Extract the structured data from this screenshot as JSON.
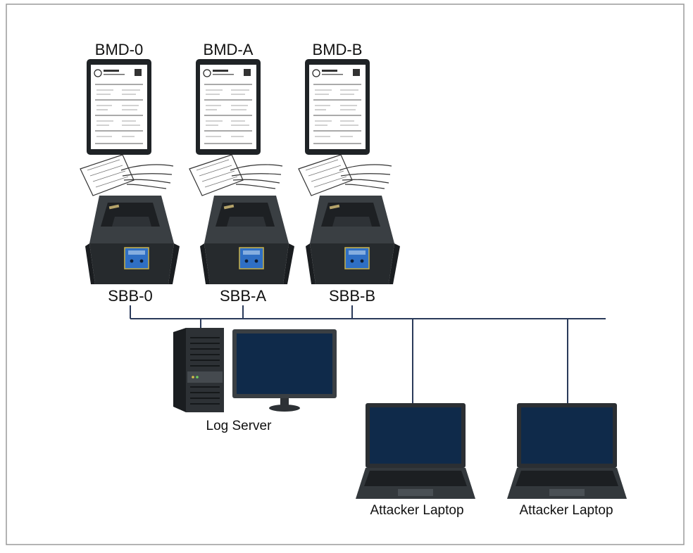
{
  "diagram": {
    "bmds": [
      {
        "label": "BMD-0"
      },
      {
        "label": "BMD-A"
      },
      {
        "label": "BMD-B"
      }
    ],
    "sbbs": [
      {
        "label": "SBB-0"
      },
      {
        "label": "SBB-A"
      },
      {
        "label": "SBB-B"
      }
    ],
    "log_server": {
      "label": "Log Server"
    },
    "laptops": [
      {
        "label": "Attacker Laptop"
      },
      {
        "label": "Attacker Laptop"
      }
    ],
    "colors": {
      "device_body": "#2d3135",
      "device_dark": "#1c1f22",
      "screen": "#0f2a4a",
      "port_blue": "#2f6fc4",
      "network_line": "#2a3a5a"
    }
  }
}
